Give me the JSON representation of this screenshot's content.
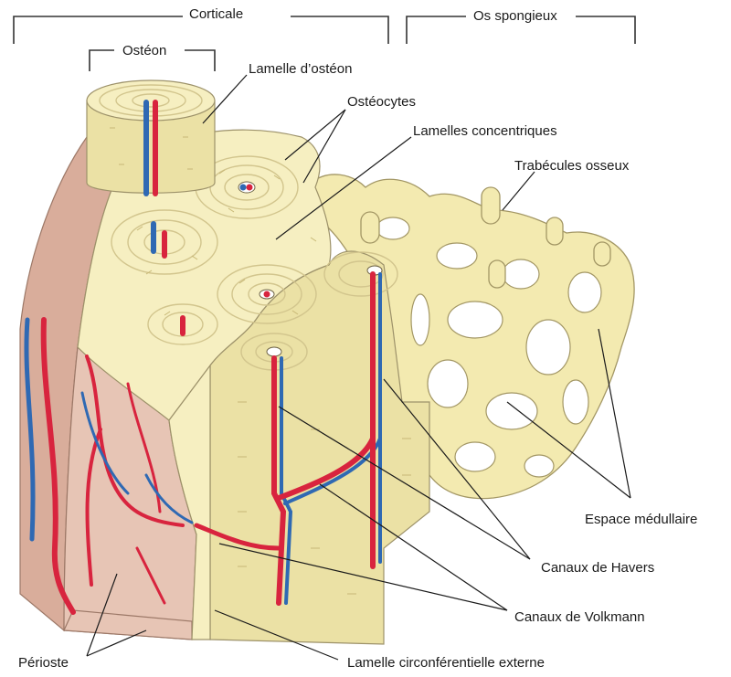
{
  "labels": {
    "corticale": "Corticale",
    "os_spongieux": "Os spongieux",
    "osteon": "Ostéon",
    "lamelle_osteon": "Lamelle d’ostéon",
    "osteocytes": "Ostéocytes",
    "lamelles_concentriques": "Lamelles concentriques",
    "trabecules": "Trabécules osseux",
    "espace_medullaire": "Espace médullaire",
    "canaux_havers": "Canaux de Havers",
    "canaux_volkmann": "Canaux de Volkmann",
    "periosite": "Périoste",
    "lamelle_circ": "Lamelle circonférentielle externe"
  },
  "colors": {
    "bone": "#f6efc1",
    "periosteum": "#e7c5b5",
    "artery": "#d8243e",
    "vein": "#2f69b3"
  }
}
